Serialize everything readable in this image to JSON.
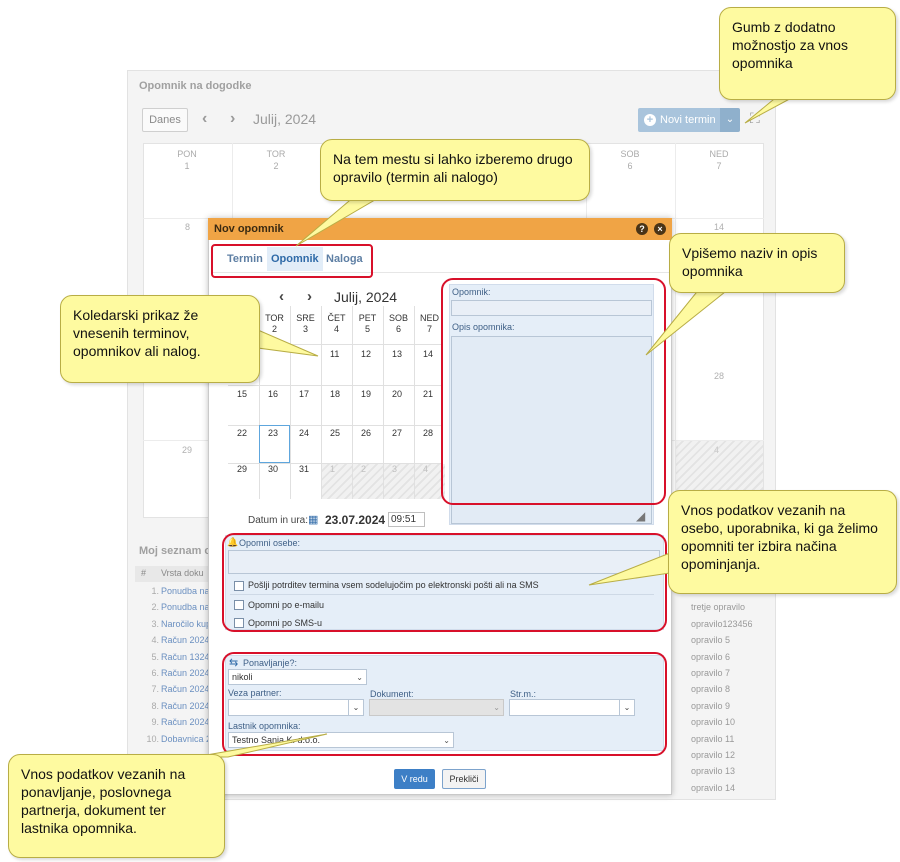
{
  "app": {
    "title": "Opomnik na dogodke",
    "today_button": "Danes",
    "prev_icon": "chevron-left-icon",
    "next_icon": "chevron-right-icon",
    "month_label": "Julij, 2024",
    "new_button": "Novi termin",
    "new_button_icon": "plus-circle-icon",
    "expand_icon": "expand-icon",
    "week_days": [
      {
        "name": "PON",
        "num": "1"
      },
      {
        "name": "TOR",
        "num": "2"
      },
      {
        "name": "SOB",
        "num": "6"
      },
      {
        "name": "NED",
        "num": "7"
      }
    ],
    "visible_cell_numbers": [
      "8",
      "14",
      "28",
      "29",
      "4"
    ]
  },
  "list": {
    "title": "Moj seznam op",
    "col_num": "#",
    "col_type": "Vrsta doku",
    "rows": [
      {
        "n": "1.",
        "type": "Ponudba na",
        "task": ""
      },
      {
        "n": "2.",
        "type": "Ponudba na",
        "task": "tretje opravilo"
      },
      {
        "n": "3.",
        "type": "Naročilo kup",
        "task": "opravilo123456"
      },
      {
        "n": "4.",
        "type": "Račun 2024",
        "task": "opravilo 5"
      },
      {
        "n": "5.",
        "type": "Račun 1324",
        "task": "opravilo 6"
      },
      {
        "n": "6.",
        "type": "Račun 2024",
        "task": "opravilo 7"
      },
      {
        "n": "7.",
        "type": "Račun 2024",
        "task": "opravilo 8"
      },
      {
        "n": "8.",
        "type": "Račun 2024",
        "task": "opravilo 9"
      },
      {
        "n": "9.",
        "type": "Račun 2024",
        "task": "opravilo 10"
      },
      {
        "n": "10.",
        "type": "Dobavnica 2",
        "task": "opravilo 11"
      },
      {
        "n": "",
        "type": "",
        "task": "opravilo 12"
      },
      {
        "n": "",
        "type": "",
        "task": "opravilo 13"
      },
      {
        "n": "",
        "type": "",
        "task": "opravilo 14"
      }
    ]
  },
  "dialog": {
    "title": "Nov opomnik",
    "help_icon": "question-icon",
    "close_icon": "close-icon",
    "tabs": [
      "Termin",
      "Opomnik",
      "Naloga"
    ],
    "active_tab": "Opomnik",
    "calendar": {
      "month_label": "Julij, 2024",
      "day_headers": [
        {
          "name": "TOR",
          "num": "2"
        },
        {
          "name": "SRE",
          "num": "3"
        },
        {
          "name": "ČET",
          "num": "4"
        },
        {
          "name": "PET",
          "num": "5"
        },
        {
          "name": "SOB",
          "num": "6"
        },
        {
          "name": "NED",
          "num": "7"
        }
      ],
      "weeks": [
        [
          "",
          "",
          "11",
          "12",
          "13",
          "14"
        ],
        [
          "15",
          "16",
          "17",
          "18",
          "19",
          "20",
          "21"
        ],
        [
          "22",
          "23",
          "24",
          "25",
          "26",
          "27",
          "28"
        ],
        [
          "29",
          "30",
          "31",
          "1",
          "2",
          "3",
          "4"
        ]
      ],
      "today": "23"
    },
    "datetime_label": "Datum in ura:",
    "date_value": "23.07.2024",
    "time_value": "09:51",
    "reminder_label": "Opomnik:",
    "reminder_value": "",
    "description_label": "Opis opomnika:",
    "description_value": "",
    "persons_label": "Opomni osebe:",
    "persons_icon": "bell-icon",
    "confirm_checkbox": "Pošlji potrditev termina vsem sodelujočim po elektronski pošti ali na SMS",
    "email_checkbox": "Opomni po e-mailu",
    "sms_checkbox": "Opomni po SMS-u",
    "repeat_label": "Ponavljanje?:",
    "repeat_icon": "repeat-icon",
    "repeat_value": "nikoli",
    "partner_label": "Veza partner:",
    "document_label": "Dokument:",
    "place_label": "Str.m.:",
    "owner_label": "Lastnik opomnika:",
    "owner_value": "Testno Sanja K. d.o.o.",
    "ok_button": "V redu",
    "cancel_button": "Prekliči"
  },
  "callouts": {
    "top_right": "Gumb z dodatno možnostjo za vnos opomnika",
    "tabs": "Na tem mestu si lahko izberemo drugo opravilo (termin ali nalogo)",
    "calendar": "Koledarski prikaz že vnesenih terminov, opomnikov ali nalog.",
    "name": "Vpišemo naziv in opis opomnika",
    "persons": "Vnos podatkov vezanih na osebo, uporabnika, ki ga želimo opomniti ter izbira načina opominjanja.",
    "repeat": "Vnos podatkov vezanih na ponavljanje, poslovnega partnerja, dokument ter lastnika opomnika."
  },
  "colors": {
    "dialog_header": "#f0a445",
    "accent_blue": "#3d7fc6",
    "annotation_red": "#d8102a",
    "callout_yellow": "#fefaa0"
  }
}
